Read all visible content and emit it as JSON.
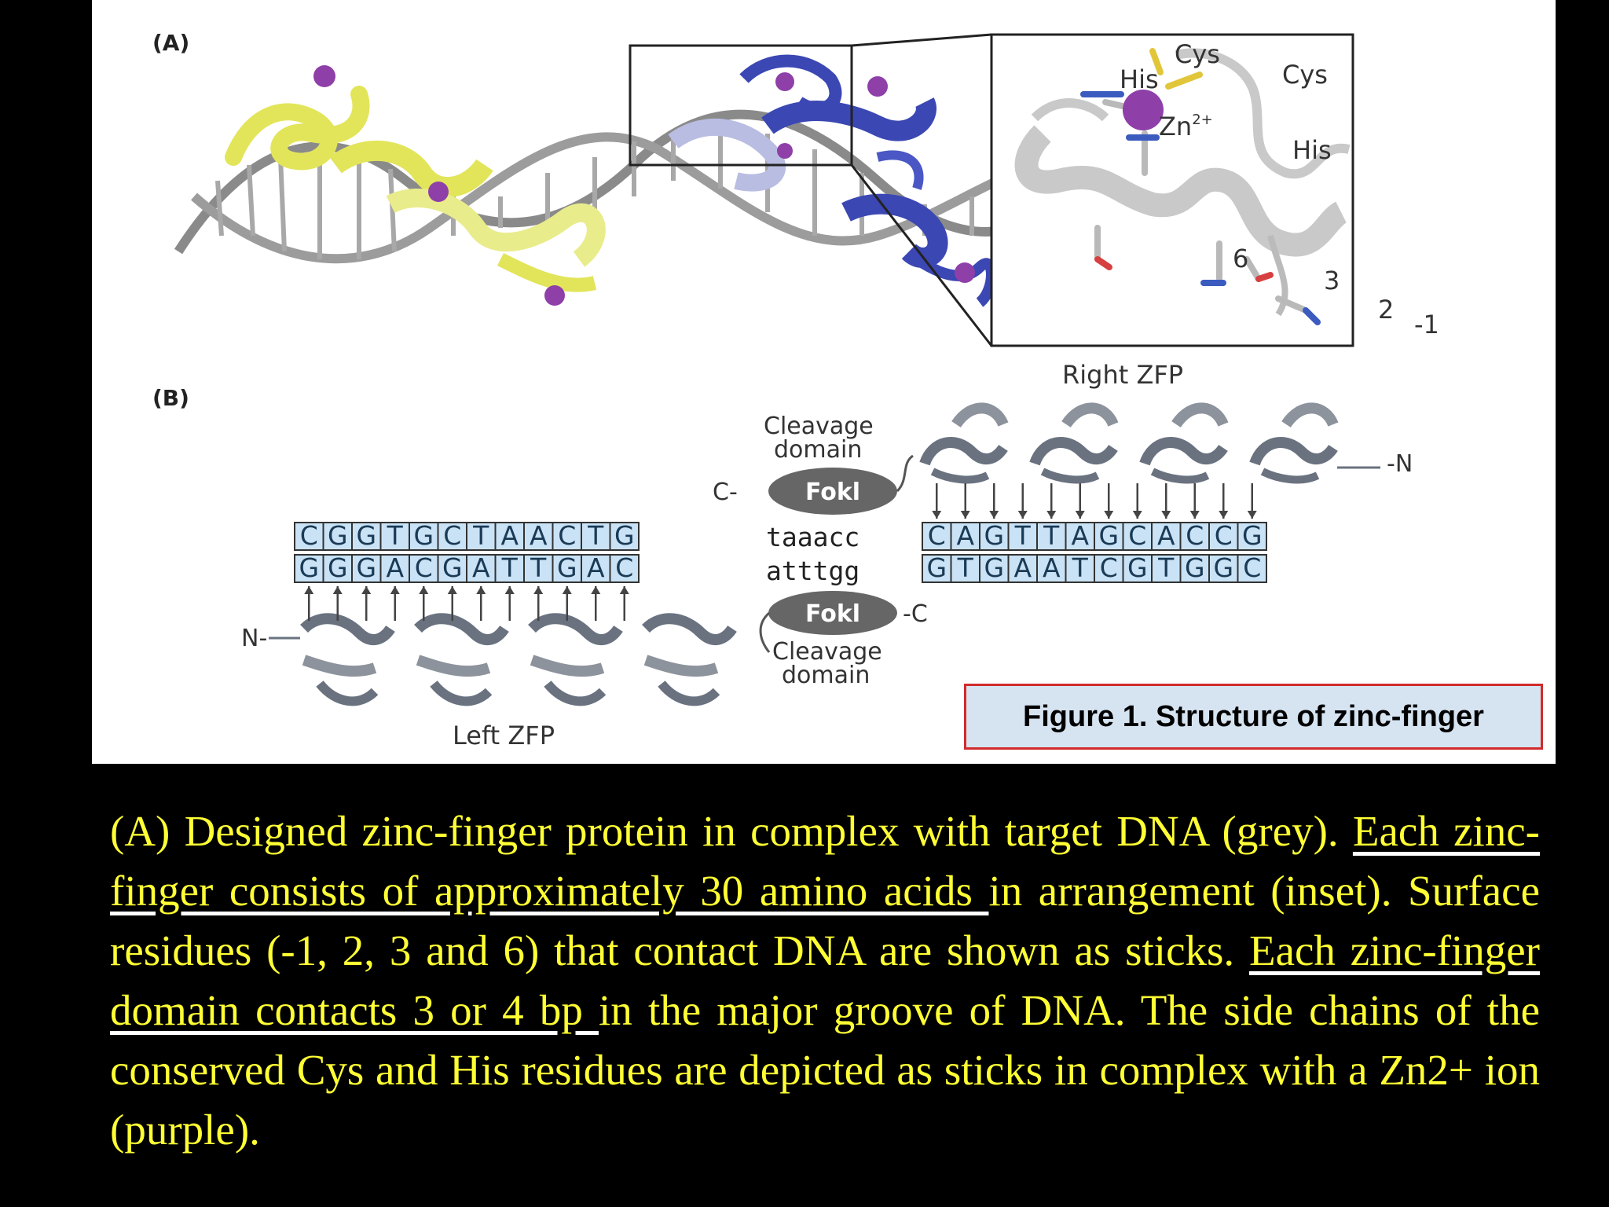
{
  "panel_a": {
    "label": "(A)",
    "inset_labels": {
      "cys_top": "Cys",
      "cys_right": "Cys",
      "his_left": "His",
      "zn": "Zn",
      "zn_sup": "2+",
      "his_mid": "His",
      "res_6": "6",
      "res_3": "3",
      "res_2": "2",
      "res_minus1": "-1"
    }
  },
  "panel_b": {
    "label": "(B)",
    "right_zfp_label": "Right ZFP",
    "left_zfp_label": "Left ZFP",
    "cleavage_top_line1": "Cleavage",
    "cleavage_top_line2": "domain",
    "cleavage_bottom_line1": "Cleavage",
    "cleavage_bottom_line2": "domain",
    "fokl_top": "Fokl",
    "fokl_bottom": "Fokl",
    "c_terminal_top": "C-",
    "c_terminal_bottom": "-C",
    "n_terminal_right": "-N",
    "n_terminal_left": "N-",
    "top_strand_left": [
      "C",
      "G",
      "G",
      "T",
      "G",
      "C",
      "T",
      "A",
      "A",
      "C",
      "T",
      "G"
    ],
    "top_strand_linker": "taaacc",
    "top_strand_right": [
      "C",
      "A",
      "G",
      "T",
      "T",
      "A",
      "G",
      "C",
      "A",
      "C",
      "C",
      "G"
    ],
    "bottom_strand_left": [
      "G",
      "G",
      "G",
      "A",
      "C",
      "G",
      "A",
      "T",
      "T",
      "G",
      "A",
      "C"
    ],
    "bottom_strand_linker": "atttgg",
    "bottom_strand_right": [
      "G",
      "T",
      "G",
      "A",
      "A",
      "T",
      "C",
      "G",
      "T",
      "G",
      "G",
      "C"
    ]
  },
  "figure_caption": "Figure 1. Structure of zinc-finger",
  "description": {
    "part1": "(A) Designed zinc-finger protein in complex with target DNA (grey).",
    "part2_underlined": "Each zinc-finger consists of approximately 30 amino acids ",
    "part3": "in arrangement (inset). Surface residues (-1, 2, 3 and 6) that contact DNA are shown as sticks.",
    "part4_underlined": "Each zinc-finger domain contacts 3 or 4 bp ",
    "part5": "in the major groove of DNA. The side chains of the conserved Cys and His residues are depicted as sticks in complex with a Zn2+ ion (purple)."
  },
  "colors": {
    "background": "#000000",
    "description_text": "#ffff33",
    "dna": "#8a8a8a",
    "yellow_protein": "#e2e55a",
    "blue_protein": "#3b47b3",
    "zinc": "#8e3fa8",
    "caption_border": "#d12b2b",
    "caption_fill": "#d6e3f1",
    "base_fill": "#c9e2f5"
  }
}
